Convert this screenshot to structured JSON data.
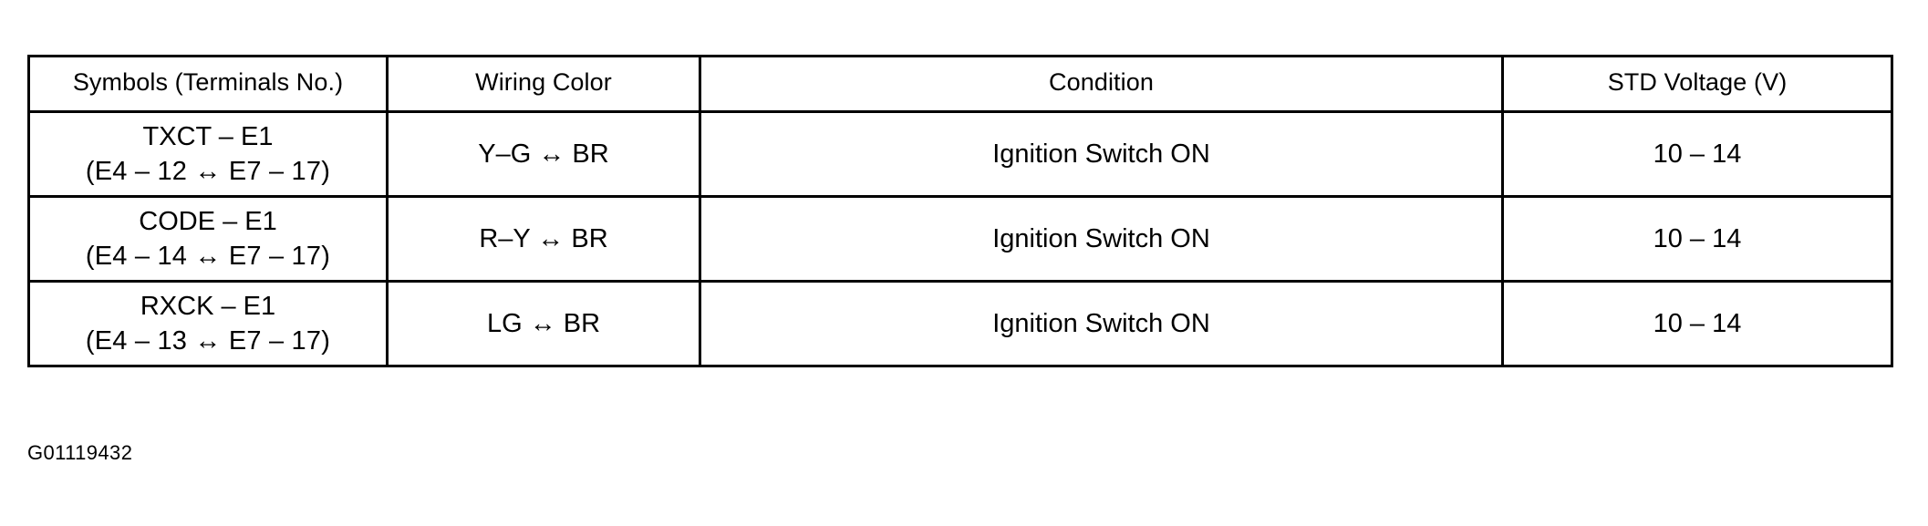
{
  "table": {
    "columns": [
      "Symbols (Terminals No.)",
      "Wiring Color",
      "Condition",
      "STD Voltage (V)"
    ],
    "rows": [
      {
        "symbol": "TXCT – E1",
        "terminals": "(E4 – 12 ↔ E7 – 17)",
        "wiring_color": "Y–G ↔ BR",
        "condition": "Ignition Switch ON",
        "std_voltage": "10 – 14"
      },
      {
        "symbol": "CODE – E1",
        "terminals": "(E4 – 14 ↔ E7 – 17)",
        "wiring_color": "R–Y ↔ BR",
        "condition": "Ignition Switch ON",
        "std_voltage": "10 – 14"
      },
      {
        "symbol": "RXCK – E1",
        "terminals": "(E4 – 13 ↔ E7 – 17)",
        "wiring_color": "LG ↔ BR",
        "condition": "Ignition Switch ON",
        "std_voltage": "10 – 14"
      }
    ]
  },
  "caption": "G01119432",
  "colors": {
    "ink": "#000000",
    "paper": "#ffffff"
  }
}
